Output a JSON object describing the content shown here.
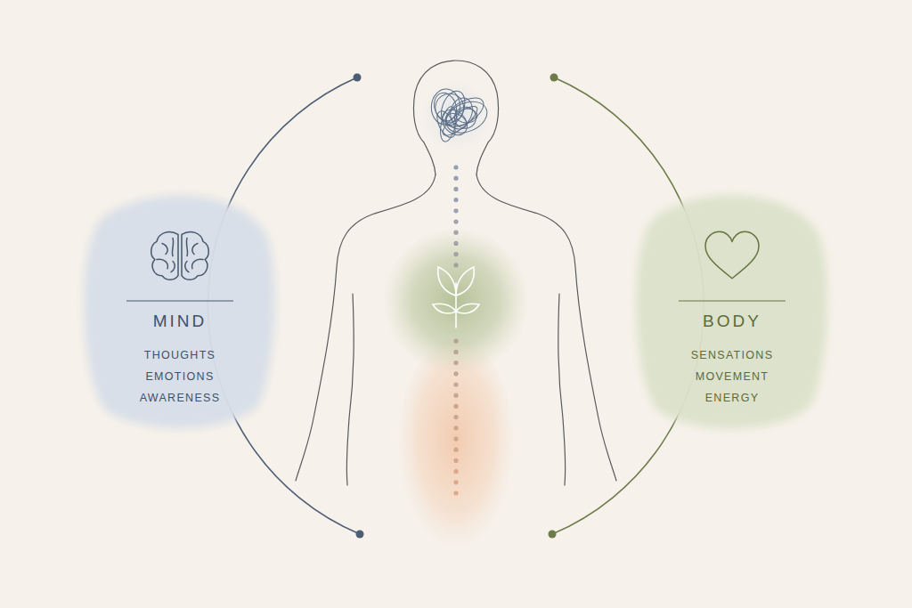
{
  "diagram": {
    "nodes": [
      {
        "text": [
          "MIND",
          "THOUGHTS EMOTIONS AWARENESS"
        ]
      },
      {
        "text": [
          "BODY",
          "SENSATIONS MOVEMENT ENERGY"
        ]
      }
    ]
  }
}
